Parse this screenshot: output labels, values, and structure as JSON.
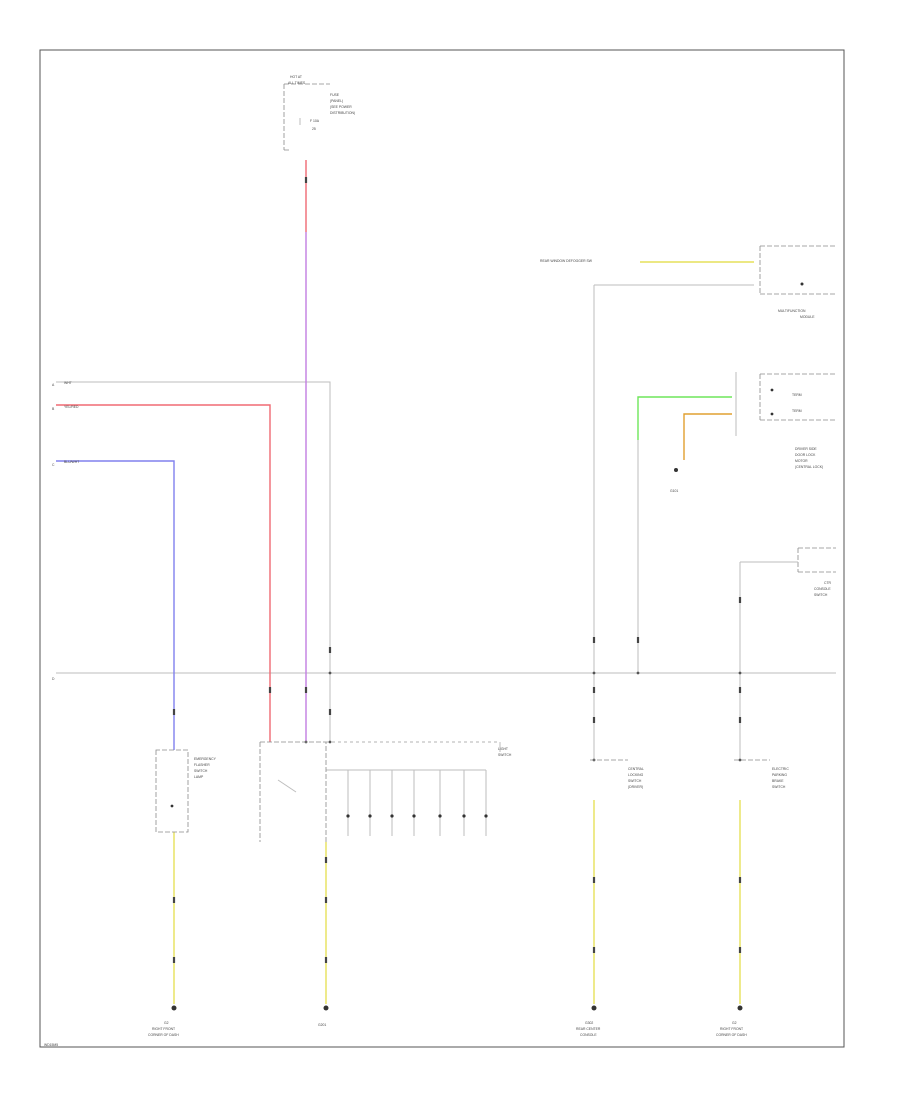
{
  "diagram": {
    "wire_colors": {
      "red": "#f06a73",
      "blue": "#8080ee",
      "violet": "#c27ee0",
      "yellow": "#e6e05a",
      "green": "#6ee65a",
      "orange": "#e0a030",
      "gray": "#bdbdbd"
    },
    "labels": {
      "fuse_box": [
        "HOT AT",
        "ALL TIMES"
      ],
      "fuse_desc": [
        "FUSE",
        "(PANEL)",
        "(SEE POWER",
        "DISTRIBUTION)"
      ],
      "fuse_num": [
        "F 10A",
        "25"
      ],
      "left_ids": [
        "A",
        "B",
        "C",
        "D"
      ],
      "left_colors": [
        "WHT",
        "YEL/RED",
        "BLU/WHT"
      ],
      "top_conn_right": "REAR WINDOW DEFOGGER SW",
      "top_mod": [
        "MULTIFUNCTION",
        "MODULE"
      ],
      "mid_mod": [
        "DRIVER SIDE",
        "DOOR LOCK",
        "MOTOR",
        "(CENTRAL LOCK)"
      ],
      "left_comp": [
        "EMERGENCY",
        "FLASHER",
        "SWITCH",
        "LAMP"
      ],
      "center_comp": [
        "LIGHT",
        "SWITCH"
      ],
      "ctr_comp": [
        "CENTRAL",
        "LOCKING",
        "SWITCH",
        "(DRIVER)"
      ],
      "right_comp": [
        "ELECTRIC",
        "PARKING",
        "BRAKE",
        "SWITCH"
      ],
      "right_mod": [
        "CTR",
        "CONSOLE",
        "SWITCH"
      ],
      "grounds": [
        [
          "G2",
          "RIGHT FRONT",
          "CORNER OF DASH"
        ],
        [
          "G201"
        ],
        [
          "G302",
          "REAR CENTER",
          "CONSOLE"
        ],
        [
          "G2",
          "RIGHT FRONT",
          "CORNER OF DASH"
        ]
      ],
      "g_small": "G101",
      "footer": "WD15M5"
    }
  }
}
